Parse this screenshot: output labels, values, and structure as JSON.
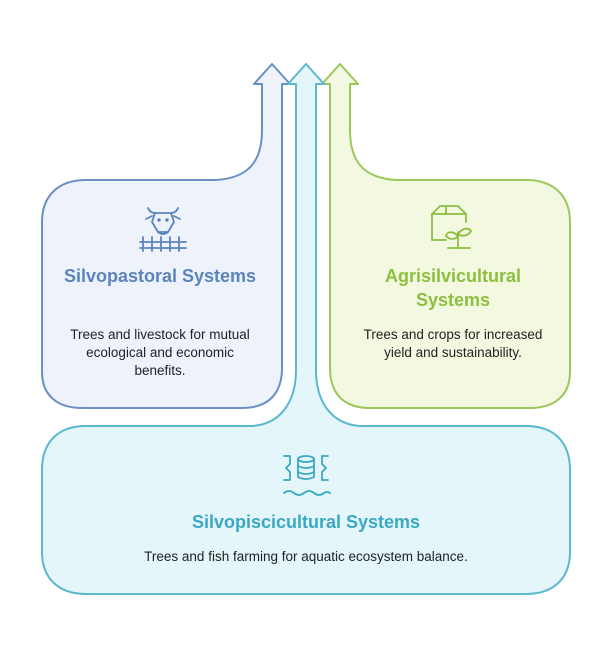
{
  "colors": {
    "silvopastoral_stroke": "#6b8fc2",
    "silvopastoral_fill": "#edf2fb",
    "silvopastoral_title": "#5b84bf",
    "agrisilvicultural_stroke": "#9cc75a",
    "agrisilvicultural_fill": "#f2f9e0",
    "agrisilvicultural_title": "#8cbf3f",
    "silvopiscicultural_stroke": "#5ab8cf",
    "silvopiscicultural_fill": "#e4f6fa",
    "silvopiscicultural_title": "#3aa8c4"
  },
  "cards": {
    "silvopastoral": {
      "icon": "cow-with-fence-icon",
      "title": "Silvopastoral Systems",
      "description": "Trees and livestock for mutual ecological and economic benefits."
    },
    "agrisilvicultural": {
      "icon": "crate-with-sprout-icon",
      "title": "Agrisilvicultural Systems",
      "description": "Trees and crops for increased yield and sustainability."
    },
    "silvopiscicultural": {
      "icon": "fish-tank-water-icon",
      "title": "Silvopiscicultural Systems",
      "description": "Trees and fish farming for aquatic ecosystem balance."
    }
  }
}
